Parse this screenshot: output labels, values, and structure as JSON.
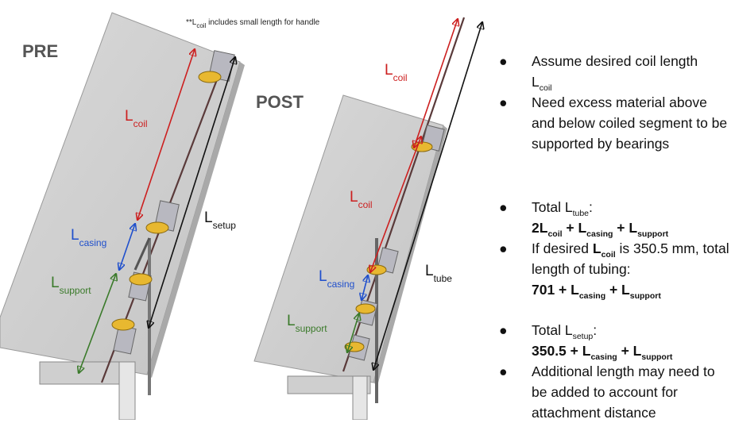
{
  "pre_heading": "PRE",
  "post_heading": "POST",
  "footnote": {
    "prefix": "**L",
    "sub": "coil",
    "suffix": " includes small length for handle"
  },
  "pre_labels": {
    "coil": {
      "main": "L",
      "sub": "coil"
    },
    "casing": {
      "main": "L",
      "sub": "casing"
    },
    "support": {
      "main": "L",
      "sub": "support"
    },
    "setup": {
      "main": "L",
      "sub": "setup"
    }
  },
  "post_labels": {
    "coil": {
      "main": "L",
      "sub": "coil"
    },
    "casing": {
      "main": "L",
      "sub": "casing"
    },
    "support": {
      "main": "L",
      "sub": "support"
    },
    "tube": {
      "main": "L",
      "sub": "tube"
    }
  },
  "bullets": {
    "b1_line1": "Assume desired coil length",
    "b1_L": "L",
    "b1_sub": "coil",
    "b2": "Need excess material above and below coiled segment to be supported by bearings",
    "b3_prefix": "Total L",
    "b3_sub": "tube",
    "b3_suffix": ":",
    "b3_f1": "2L",
    "b3_f1_sub": "coil",
    "b3_f2": " + L",
    "b3_f2_sub": "casing",
    "b3_f3": " + L",
    "b3_f3_sub": "support",
    "b4_prefix": "If desired ",
    "b4_L": "L",
    "b4_Lsub": "coil",
    "b4_mid": " is 350.5 mm, total length of tubing:",
    "b4_f1": "701 + L",
    "b4_f1_sub": "casing",
    "b4_f2": " + L",
    "b4_f2_sub": "support",
    "b5_prefix": "Total L",
    "b5_sub": "setup",
    "b5_suffix": ":",
    "b5_f1": "350.5 + L",
    "b5_f1_sub": "casing",
    "b5_f2": " + L",
    "b5_f2_sub": "support",
    "b6": "Additional length may need to be added to account for attachment distance"
  },
  "colors": {
    "coil": "#cc1f1f",
    "casing": "#1f4fcc",
    "support": "#3a7a2a",
    "setup": "#111111",
    "panel": "#d2d2d2",
    "bearing": "#e8b830"
  }
}
